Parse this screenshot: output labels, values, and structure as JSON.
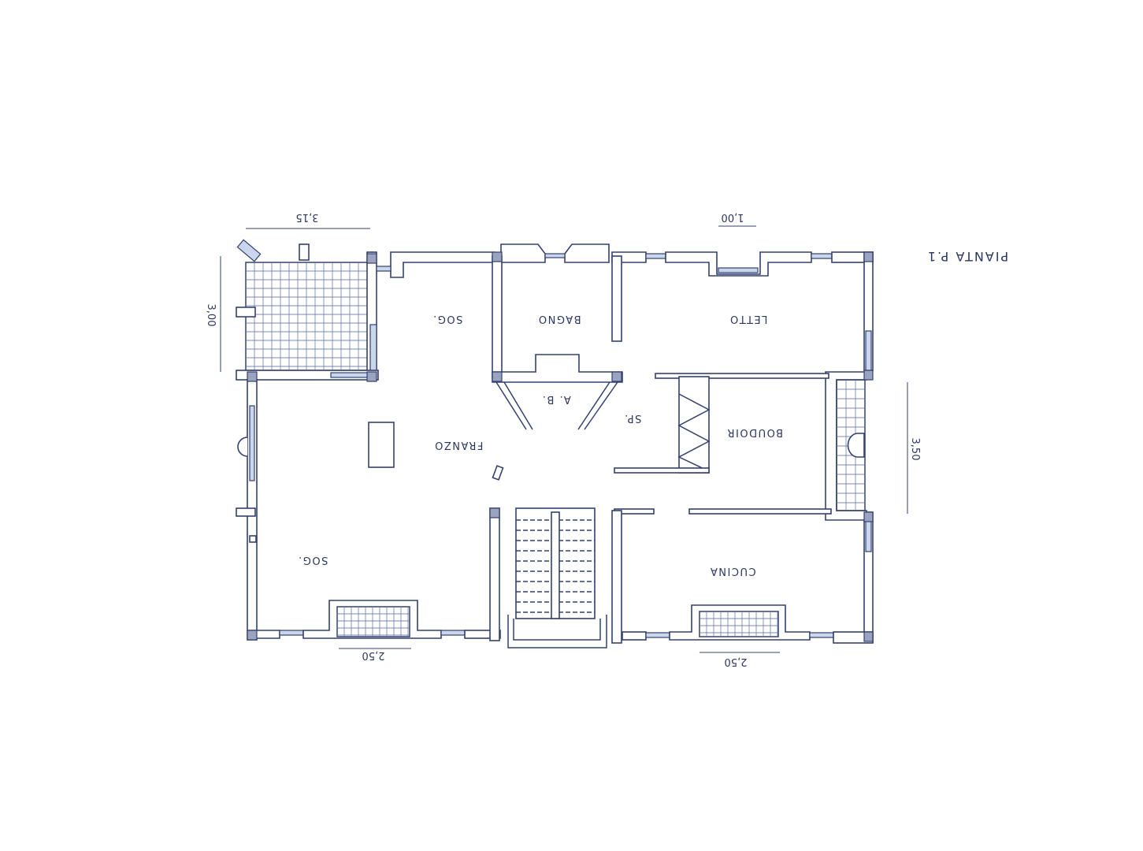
{
  "title": "PIANTA P.1",
  "rooms": {
    "sog_top": "SOG.",
    "bagno": "BAGNO",
    "letto": "LETTO",
    "ab": "A. B.",
    "sp": "SP.",
    "franzo": "FRANZO",
    "boudoir": "BOUDOIR",
    "sog_bottom": "SOG.",
    "cucina": "CUCINA"
  },
  "dimensions": {
    "terrace_width": "3,15",
    "terrace_depth": "3,00",
    "window_width": "1,00",
    "right_terrace_length": "3,50",
    "balcony_left": "2,50",
    "balcony_right": "2,50"
  },
  "colors": {
    "ink": "#34416e",
    "glass": "#c9d6ec"
  }
}
